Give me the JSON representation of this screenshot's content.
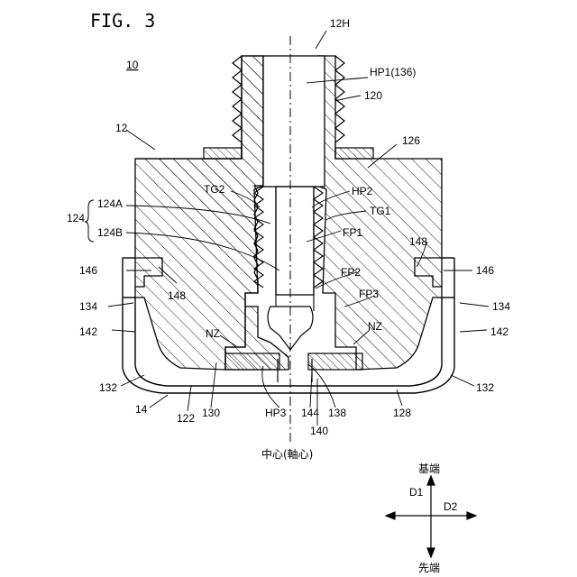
{
  "figure": {
    "title": "FIG. 3",
    "ref_assembly": "10",
    "labels": {
      "l12H": "12H",
      "lHP1": "HP1(136)",
      "l120": "120",
      "l12": "12",
      "l126": "126",
      "lTG2": "TG2",
      "lHP2": "HP2",
      "l124A": "124A",
      "lTG1": "TG1",
      "l124": "124",
      "lFP1": "FP1",
      "l124B": "124B",
      "l148r": "148",
      "l146l": "146",
      "l146r": "146",
      "lFP2": "FP2",
      "l148l": "148",
      "lFP3": "FP3",
      "l134l": "134",
      "l134r": "134",
      "l142l": "142",
      "l142r": "142",
      "lNZl": "NZ",
      "lNZr": "NZ",
      "l132l": "132",
      "l132r": "132",
      "l14": "14",
      "l122": "122",
      "l130": "130",
      "lHP3": "HP3",
      "l144": "144",
      "l138": "138",
      "l128": "128",
      "l140": "140"
    },
    "axis_caption": "中心(軸心)",
    "direction": {
      "d1": "D1",
      "d2": "D2",
      "top": "基端",
      "bottom": "先端"
    }
  }
}
